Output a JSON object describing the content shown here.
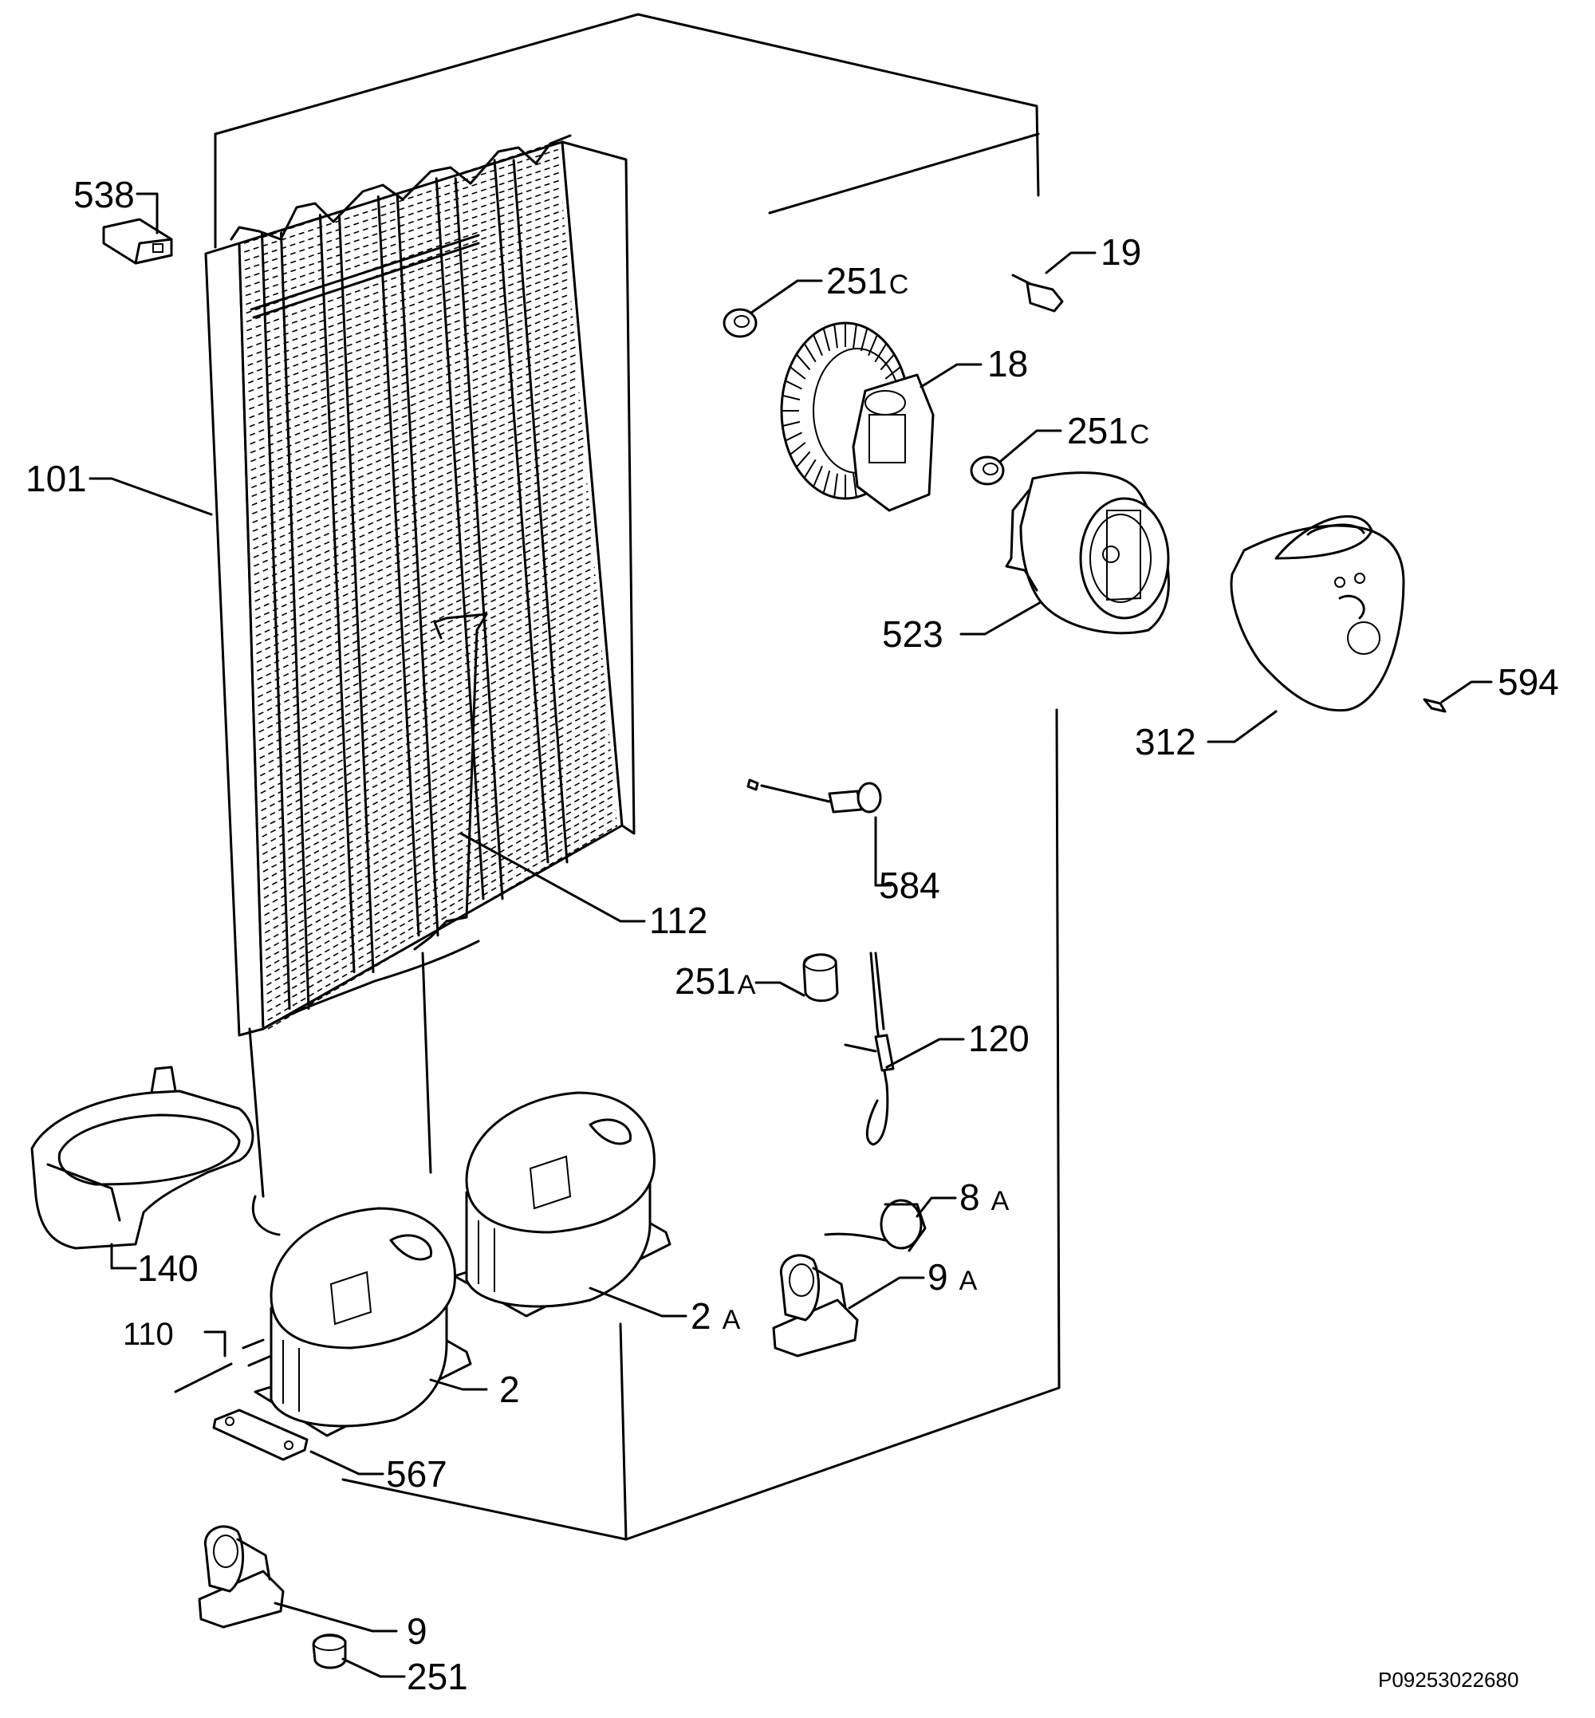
{
  "parts": [
    {
      "key": "p538",
      "label": "538"
    },
    {
      "key": "p19",
      "label": "19"
    },
    {
      "key": "p251c_top",
      "label": "251",
      "suffix": "C"
    },
    {
      "key": "p18",
      "label": "18"
    },
    {
      "key": "p251c_mid",
      "label": "251",
      "suffix": "C"
    },
    {
      "key": "p101",
      "label": "101"
    },
    {
      "key": "p523",
      "label": "523"
    },
    {
      "key": "p594",
      "label": "594"
    },
    {
      "key": "p312",
      "label": "312"
    },
    {
      "key": "p584",
      "label": "584"
    },
    {
      "key": "p112",
      "label": "112"
    },
    {
      "key": "p251a",
      "label": "251",
      "suffix": "A"
    },
    {
      "key": "p120",
      "label": "120"
    },
    {
      "key": "p8a",
      "label": "8",
      "suffix": "A"
    },
    {
      "key": "p140",
      "label": "140"
    },
    {
      "key": "p9a",
      "label": "9",
      "suffix": "A"
    },
    {
      "key": "p2a",
      "label": "2",
      "suffix": "A"
    },
    {
      "key": "p110",
      "label": "110"
    },
    {
      "key": "p2",
      "label": "2"
    },
    {
      "key": "p567",
      "label": "567"
    },
    {
      "key": "p9",
      "label": "9"
    },
    {
      "key": "p251",
      "label": "251"
    }
  ],
  "drawing_code": "P09253022680"
}
